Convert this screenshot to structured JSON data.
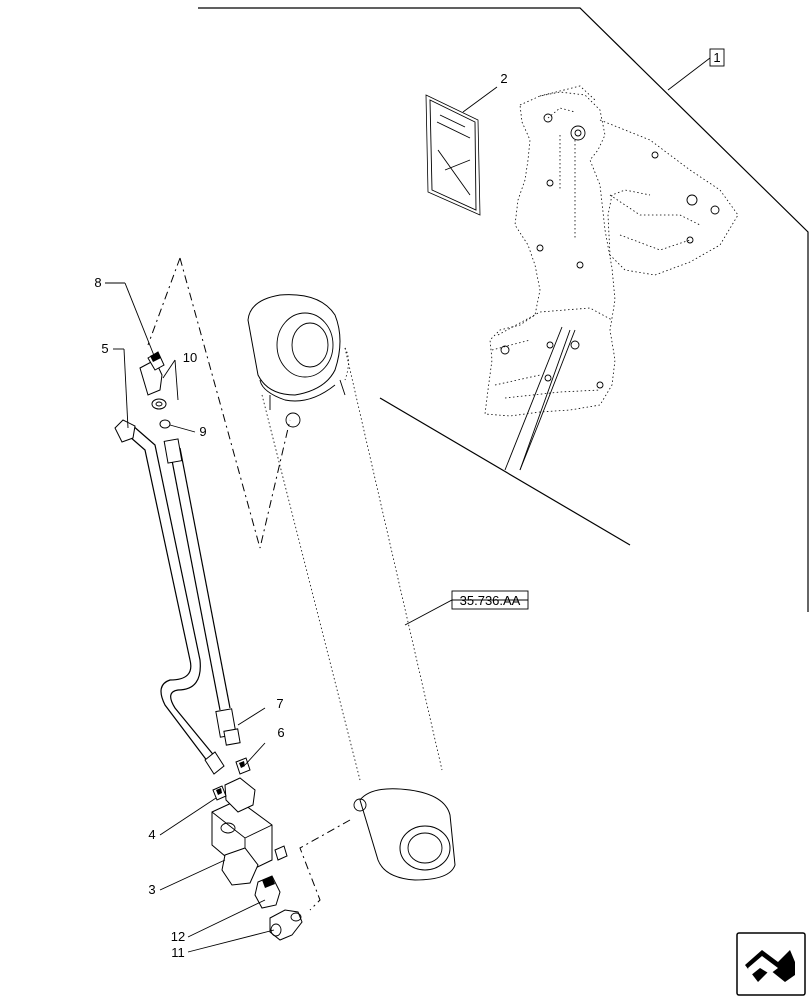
{
  "callouts": {
    "c1": "1",
    "c2": "2",
    "c3": "3",
    "c4": "4",
    "c5": "5",
    "c6": "6",
    "c7": "7",
    "c8": "8",
    "c9": "9",
    "c10": "10",
    "c11": "11",
    "c12": "12"
  },
  "reference": "35.736.AA",
  "icons": {
    "nav": "next-page-arrow-icon"
  }
}
